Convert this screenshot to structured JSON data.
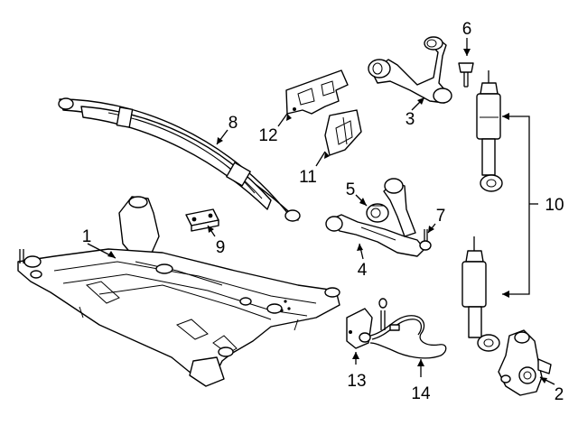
{
  "diagram": {
    "callouts": [
      {
        "id": "1",
        "text": "1"
      },
      {
        "id": "2",
        "text": "2"
      },
      {
        "id": "3",
        "text": "3"
      },
      {
        "id": "4",
        "text": "4"
      },
      {
        "id": "5",
        "text": "5"
      },
      {
        "id": "6",
        "text": "6"
      },
      {
        "id": "7",
        "text": "7"
      },
      {
        "id": "8",
        "text": "8"
      },
      {
        "id": "9",
        "text": "9"
      },
      {
        "id": "10",
        "text": "10"
      },
      {
        "id": "11",
        "text": "11"
      },
      {
        "id": "12",
        "text": "12"
      },
      {
        "id": "13",
        "text": "13"
      },
      {
        "id": "14",
        "text": "14"
      }
    ],
    "parts": [
      {
        "callout": "1",
        "icon": "crossmember-frame-icon"
      },
      {
        "callout": "2",
        "icon": "steering-knuckle-icon"
      },
      {
        "callout": "3",
        "icon": "upper-control-arm-icon"
      },
      {
        "callout": "4",
        "icon": "lower-control-arm-icon"
      },
      {
        "callout": "5",
        "icon": "bushing-icon"
      },
      {
        "callout": "6",
        "icon": "bolt-icon"
      },
      {
        "callout": "7",
        "icon": "ball-joint-icon"
      },
      {
        "callout": "8",
        "icon": "leaf-spring-icon"
      },
      {
        "callout": "9",
        "icon": "insulator-pad-icon"
      },
      {
        "callout": "10",
        "icon": "shock-absorber-icon"
      },
      {
        "callout": "11",
        "icon": "bracket-icon"
      },
      {
        "callout": "12",
        "icon": "mount-plate-icon"
      },
      {
        "callout": "13",
        "icon": "height-sensor-icon"
      },
      {
        "callout": "14",
        "icon": "sensor-harness-icon"
      }
    ]
  }
}
